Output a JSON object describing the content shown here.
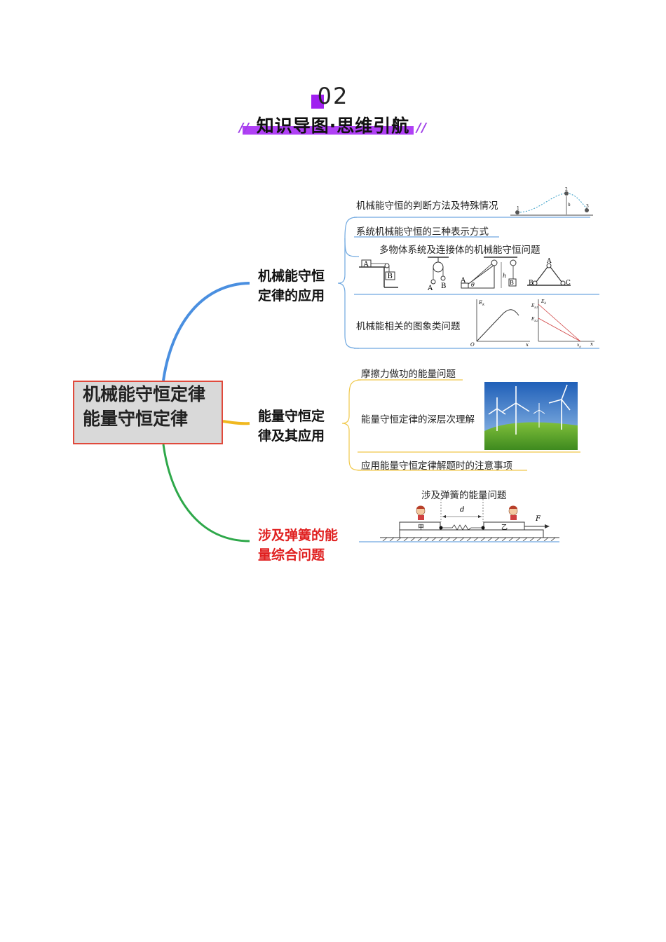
{
  "header": {
    "section_number": "02",
    "section_title": "知识导图·思维引航",
    "slash_left": "//",
    "slash_right": "//"
  },
  "central": {
    "line1": "机械能守恒定律",
    "line2": "能量守恒定律"
  },
  "branches": [
    {
      "label_line1": "机械能守恒",
      "label_line2": "定律的应用",
      "color": "#4a8fe0"
    },
    {
      "label_line1": "能量守恒定",
      "label_line2": "律及其应用",
      "color": "#f0b820"
    },
    {
      "label_line1": "涉及弹簧的能",
      "label_line2": "量综合问题",
      "color": "#e02020"
    }
  ],
  "leaves_b1": {
    "l1": "机械能守恒的判断方法及特殊情况",
    "l2": "系统机械能守恒的三种表示方式",
    "l3": "多物体系统及连接体的机械能守恒问题",
    "l4": "机械能相关的图象类问题"
  },
  "leaves_b2": {
    "l1": "摩擦力做功的能量问题",
    "l2": "能量守恒定律的深层次理解",
    "l3": "应用能量守恒定律解题时的注意事项"
  },
  "leaves_b3": {
    "l1": "涉及弹簧的能量问题"
  },
  "diagram_labels": {
    "block_a": "A",
    "block_b": "B",
    "pulley_a": "A",
    "pulley_b": "B",
    "incline_a": "A",
    "incline_b": "B",
    "theta": "θ",
    "h": "h",
    "tri_a": "A",
    "tri_b": "B",
    "tri_c": "C",
    "ek": "E",
    "ek_sub": "k",
    "o": "O",
    "x": "x",
    "ek1": "E",
    "ek1_sub": "k1",
    "ek2": "E",
    "ek2_sub": "k2",
    "x0": "x",
    "x0_sub": "0",
    "bowl_1": "1",
    "bowl_2": "2",
    "bowl_3": "3",
    "bowl_h": "h",
    "spring_d": "d",
    "spring_jia": "甲",
    "spring_yi": "乙",
    "spring_f": "F"
  }
}
